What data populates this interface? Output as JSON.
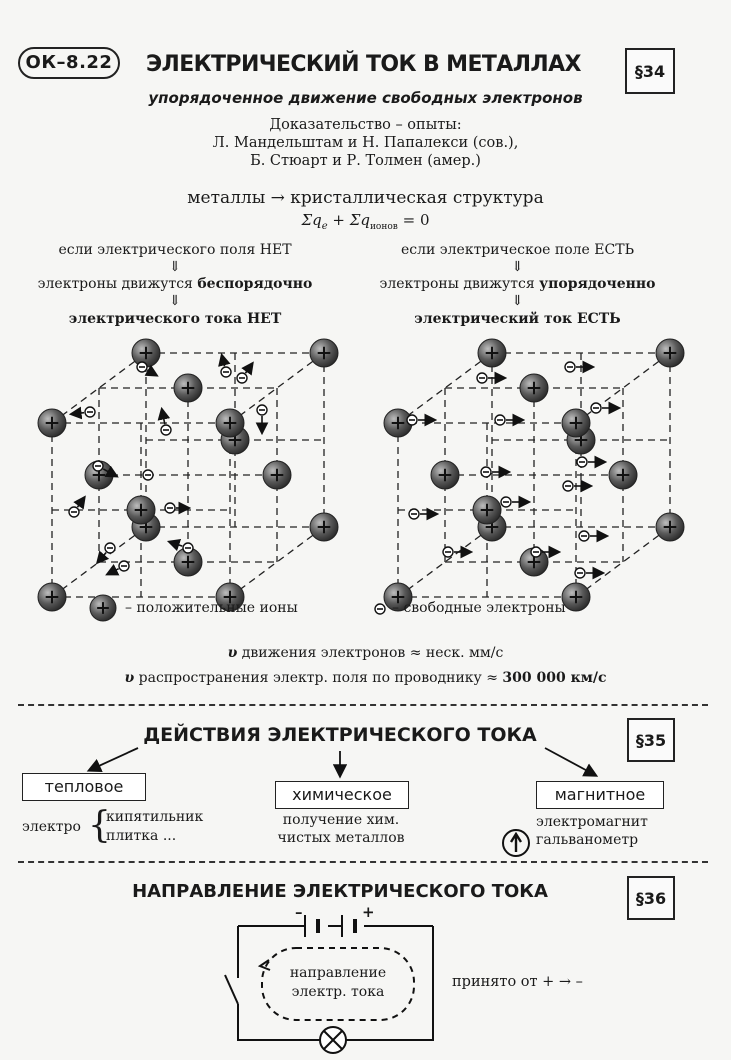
{
  "header": {
    "badge": "ОК–8.22",
    "title": "ЭЛЕКТРИЧЕСКИЙ ТОК В МЕТАЛЛАХ",
    "paragraph": "§34",
    "subtitle": "упорядоченное движение свободных электронов"
  },
  "proof": {
    "line1": "Доказательство – опыты:",
    "line2": "Л. Мандельштам и Н. Папалекси (сов.),",
    "line3": "Б. Стюарт и Р. Толмен  (амер.)"
  },
  "structure": {
    "text": "металлы → кристаллическая структура",
    "formula_sigma1": "Σq",
    "formula_sub1": "e",
    "formula_mid": " + Σq",
    "formula_sub2": "ионов",
    "formula_end": " = 0"
  },
  "left_case": {
    "l1": "если электрического поля НЕТ",
    "l2a": "электроны движутся ",
    "l2b": "беспорядочно",
    "l3": "электрического тока НЕТ"
  },
  "right_case": {
    "l1": "если электрическое поле ЕСТЬ",
    "l2a": "электроны движутся ",
    "l2b": "упорядоченно",
    "l3": "электрический ток ЕСТЬ"
  },
  "arrow_down": "⇓",
  "legend": {
    "ions": "– положительные ионы",
    "electrons": "– свободные электроны"
  },
  "speeds": {
    "v_symbol": "υ",
    "line1": " движения электронов ≈ неск. мм/с",
    "line2a": " распространения электр. поля по проводнику ≈ ",
    "line2b": "300 000 км/с"
  },
  "actions": {
    "title": "ДЕЙСТВИЯ ЭЛЕКТРИЧЕСКОГО ТОКА",
    "paragraph": "§35",
    "thermal": "тепловое",
    "thermal_prefix": "электро",
    "thermal_items": [
      "кипятильник",
      "плитка ..."
    ],
    "chemical": "химическое",
    "chemical_desc1": "получение хим.",
    "chemical_desc2": "чистых металлов",
    "magnetic": "магнитное",
    "magnetic_items": [
      "электромагнит",
      "гальванометр"
    ]
  },
  "direction": {
    "title": "НАПРАВЛЕНИЕ ЭЛЕКТРИЧЕСКОГО ТОКА",
    "paragraph": "§36",
    "label1": "направление",
    "label2": "электр. тока",
    "minus": "–",
    "plus": "+",
    "accepted": "принято от + → –"
  }
}
